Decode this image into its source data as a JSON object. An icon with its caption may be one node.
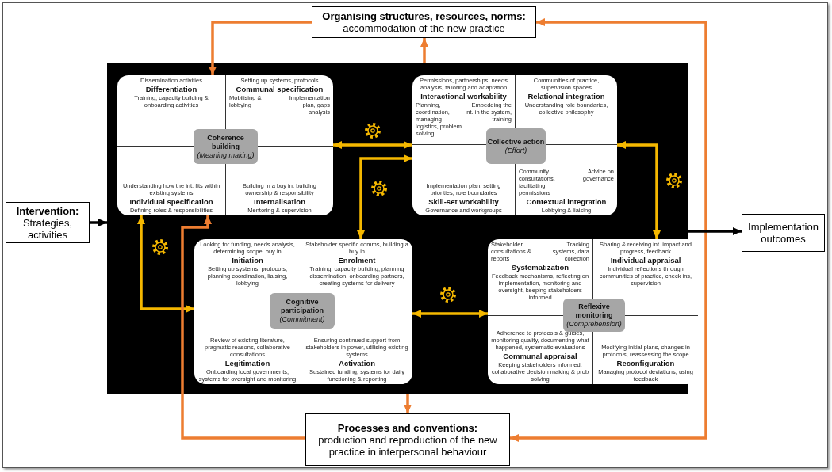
{
  "diagram": {
    "nodes": [
      {
        "text": [
          "**Organising structures, resources, norms:** accommodation of the new practice"
        ]
      },
      {
        "text": [
          "**Intervention:** Strategies, activities"
        ]
      },
      {
        "text": [],
        "shape": "box"
      },
      {
        "text": [],
        "shape": "box",
        "in": 2
      },
      {
        "text": [
          "Dissemination activities",
          "Differentiation",
          "Training, capacity building & onboarding activities"
        ],
        "in": 3
      },
      {
        "text": [
          "Setting up systems, protocols",
          "Communal specification",
          "Mobilising & lobbying",
          "Implementation plan, gaps analysis"
        ],
        "in": 3
      },
      {
        "text": [
          "Coherence building",
          "(Meaning making)"
        ],
        "in": 3
      },
      {
        "text": [
          "Understanding how the int. fits within existing systems",
          "Individual specification",
          "Defining roles & responsibilities"
        ],
        "in": 3
      },
      {
        "text": [
          "Building in a buy in, building ownership & responsibility",
          "Internalisation",
          "Mentoring & supervision"
        ],
        "in": 3
      },
      {
        "text": [],
        "shape": "box",
        "in": 2
      },
      {
        "text": [
          "Permissions, partnerships, needs analysis, tailoring and adaptation",
          "Interactional workability",
          "Planning, coordination, managing logistics, problem solving",
          "Embedding the int. in the system, training"
        ],
        "in": 9
      },
      {
        "text": [
          "Communities of practice, supervision spaces",
          "Relational integration",
          "Understanding role boundaries, collective philosophy"
        ],
        "in": 9
      },
      {
        "text": [
          "Collective action",
          "(Effort)"
        ],
        "in": 9
      },
      {
        "text": [
          "Implementation plan, setting priorities, role boundaries",
          "Skill-set workability",
          "Governance and workgroups"
        ],
        "in": 9
      },
      {
        "text": [
          "Community consultations, facilitating permissions",
          "Advice on governance",
          "Contextual integration",
          "Lobbying & liaising"
        ],
        "in": 9
      },
      {
        "text": [
          "Implementation outcomes"
        ]
      },
      {
        "text": [],
        "shape": "box",
        "in": 2
      },
      {
        "text": [
          "Looking for funding, needs analysis, determining scope, buy in",
          "Initiation",
          "Setting up systems, protocols, planning coordination, liaising, lobbying"
        ],
        "in": 16
      },
      {
        "text": [
          "Stakeholder specific comms, building a buy in",
          "Enrolment",
          "Training, capacity building, planning dissemination, onboarding partners, creating systems for delivery"
        ],
        "in": 16
      },
      {
        "text": [
          "Cognitive participation",
          "(Commitment)"
        ],
        "in": 16
      },
      {
        "text": [
          "Review of existing literature, pragmatic reasons, collaborative consultations",
          "Legitimation",
          "Onboarding local governments, systems for oversight and monitoring"
        ],
        "in": 16
      },
      {
        "text": [
          "Ensuring continued support from stakeholders in power, utilising existing systems",
          "Activation",
          "Sustained funding, systems for daily functioning & reporting"
        ],
        "in": 16
      },
      {
        "text": [],
        "shape": "box",
        "in": 2
      },
      {
        "text": [
          "Stakeholder consultations & reports",
          "Tracking systems, data collection",
          "Systematization",
          "Feedback mechanisms, reflecting on implementation, monitoring and oversight, keeping stakeholders informed"
        ],
        "in": 22
      },
      {
        "text": [
          "Sharing & receiving int. impact and progress, feedback",
          "Individual appraisal",
          "Individual reflections through communities of practice, check ins, supervision"
        ],
        "in": 22
      },
      {
        "text": [
          "Reflexive monitoring",
          "(Comprehension)"
        ],
        "in": 22
      },
      {
        "text": [
          "Adherence to protocols & guides, monitoring quality, documenting what happened, systematic evaluations",
          "Communal appraisal",
          "Keeping stakeholders informed, collaborative decision making & prob solving"
        ],
        "in": 22
      },
      {
        "text": [
          "Modifying initial plans, changes in protocols, reassessing the scope",
          "Reconfiguration",
          "Managing protocol deviations, using feedback"
        ],
        "in": 22
      },
      {
        "text": [
          "**Processes and conventions:** production and reproduction of the new practice in interpersonal behaviour"
        ]
      }
    ],
    "edges": [
      {
        "from": 0,
        "to": 3,
        "arrow": "to"
      },
      {
        "from": 2,
        "to": 0,
        "arrow": "to"
      },
      {
        "from": 28,
        "to": 0,
        "arrow": "both"
      },
      {
        "from": 3,
        "to": 9,
        "arrow": "both",
        "color": "#f5b800"
      },
      {
        "from": 9,
        "to": 16,
        "arrow": "both",
        "color": "#f5b800"
      },
      {
        "from": 9,
        "to": 22,
        "arrow": "both",
        "color": "#f5b800"
      },
      {
        "from": 3,
        "to": 16,
        "arrow": "both",
        "color": "#f5b800"
      },
      {
        "from": 16,
        "to": 22,
        "arrow": "both",
        "color": "#f5b800"
      },
      {
        "from": 28,
        "to": 3,
        "arrow": "to"
      },
      {
        "from": 2,
        "to": 28,
        "arrow": "to"
      },
      {
        "from": 1,
        "to": 2,
        "arrow": "to",
        "color": "#000000"
      },
      {
        "from": 2,
        "to": 15,
        "arrow": "to",
        "color": "#000000"
      }
    ]
  }
}
